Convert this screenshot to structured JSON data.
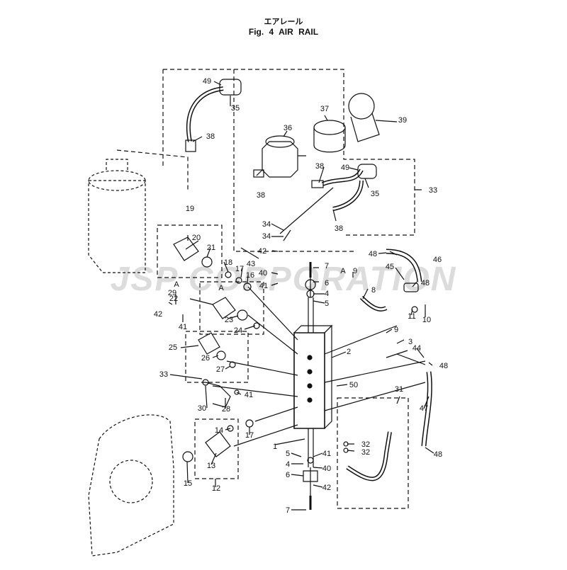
{
  "header": {
    "title_jp": "エアレール",
    "title_en": "Fig. 4   AIR RAIL"
  },
  "watermark": "JSP CORPORATION",
  "colors": {
    "line": "#111111",
    "watermark": "#dcdcdc",
    "background": "#ffffff"
  },
  "callouts": {
    "49a": "49",
    "35a": "35",
    "38a": "38",
    "36": "36",
    "37": "37",
    "39": "39",
    "38b": "38",
    "49b": "49",
    "38c": "38",
    "35b": "35",
    "33a": "33",
    "38d": "38",
    "34a": "34",
    "34b": "34",
    "19": "19",
    "20": "20",
    "21": "21",
    "42a": "42",
    "43": "43",
    "40a": "40",
    "41a": "41",
    "18": "18",
    "17a": "17",
    "16": "16",
    "A1": "A",
    "29": "29",
    "22": "22",
    "A2": "A",
    "42b": "42",
    "41b": "41",
    "23": "23",
    "24": "24",
    "25": "25",
    "26": "26",
    "27": "27",
    "33b": "33",
    "30": "30",
    "28": "28",
    "41c": "41",
    "7a": "7",
    "6a": "6",
    "4a": "4",
    "5a": "5",
    "48a": "48",
    "46": "46",
    "45": "45",
    "A3": "A",
    "9a": "9",
    "8": "8",
    "48b": "48",
    "11": "11",
    "10": "10",
    "9b": "9",
    "3": "3",
    "2": "2",
    "44": "44",
    "48c": "48",
    "50": "50",
    "31": "31",
    "47": "47",
    "48d": "48",
    "14": "14",
    "17b": "17",
    "13": "13",
    "15": "15",
    "12": "12",
    "1": "1",
    "32a": "32",
    "32b": "32",
    "5b": "5",
    "41d": "41",
    "4b": "4",
    "40b": "40",
    "6b": "6",
    "42c": "42",
    "7b": "7"
  }
}
